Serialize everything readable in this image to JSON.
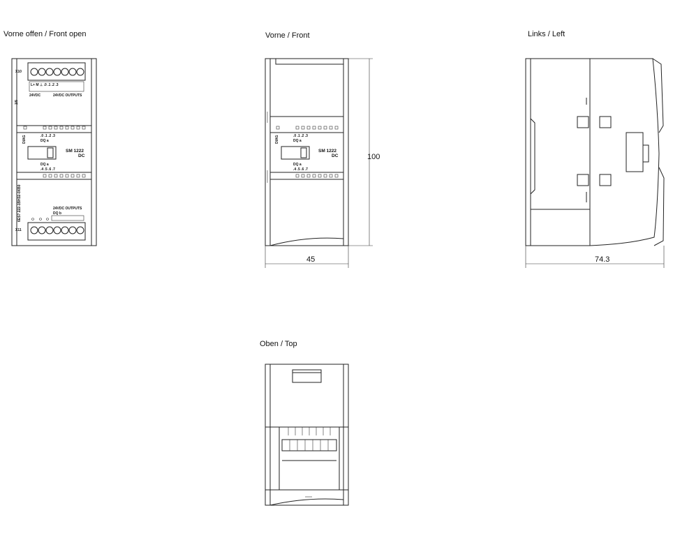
{
  "views": {
    "front_open": {
      "title": "Vorne offen / Front open"
    },
    "front": {
      "title": "Vorne / Front"
    },
    "left": {
      "title": "Links / Left"
    },
    "top": {
      "title": "Oben / Top"
    }
  },
  "dimensions": {
    "height": "100",
    "front_width": "45",
    "side_depth": "74.3"
  },
  "module": {
    "name": "SM 1222",
    "type": "DC",
    "group_label_a": "DQ a",
    "group_label_b": "DQ a",
    "group_label_c": "DQ b",
    "outputs_top_row": ".0  .1  .2  .3",
    "outputs_bottom_row": ".4  .5  .6  .7",
    "supply_label": "24VDC",
    "outputs_label": "24VDC OUTPUTS",
    "outputs_label_b": "24VDC OUTPUTS",
    "connector_x10": "X10",
    "connector_x11": "X11",
    "terminal_header": "L+   M    ⊥    .0    .1    .2    .3",
    "order_number": "6ES7 222-1BH32-0XB0",
    "diag_label": "DIAG",
    "prod_label": "1/5"
  }
}
